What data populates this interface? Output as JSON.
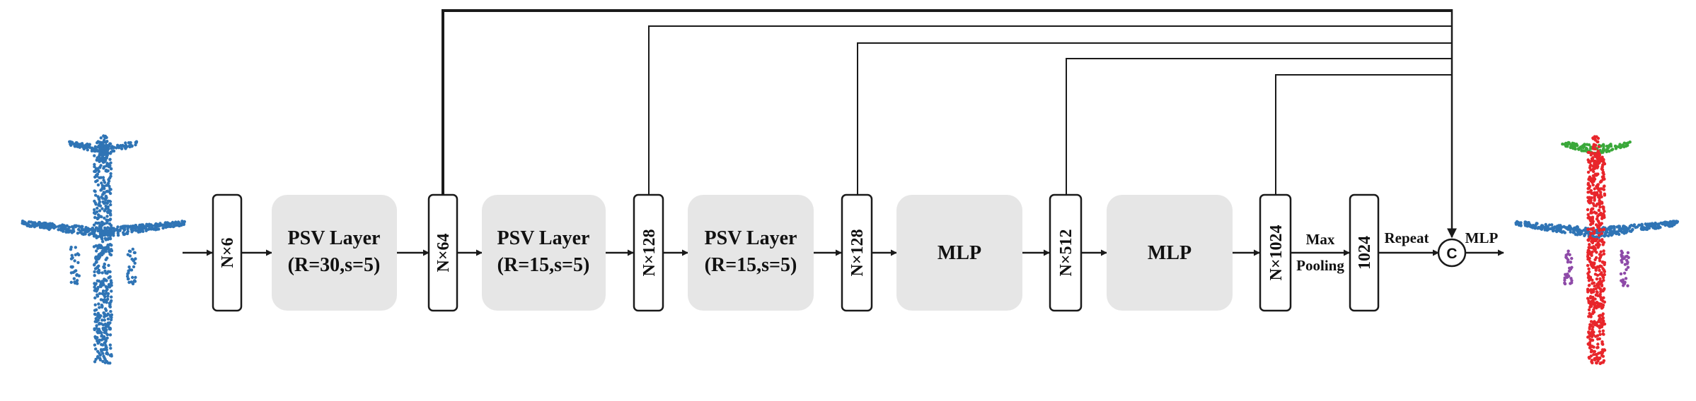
{
  "input_features": "N×6",
  "layers": [
    {
      "line1": "PSV Layer",
      "line2": "(R=30,s=5)"
    },
    {
      "line1": "PSV Layer",
      "line2": "(R=15,s=5)"
    },
    {
      "line1": "PSV Layer",
      "line2": "(R=15,s=5)"
    },
    {
      "line1": "MLP",
      "line2": ""
    },
    {
      "line1": "MLP",
      "line2": ""
    }
  ],
  "features": [
    "N×64",
    "N×128",
    "N×128",
    "N×512",
    "N×1024"
  ],
  "global_feature": "1024",
  "pool_label": {
    "line1": "Max",
    "line2": "Pooling"
  },
  "repeat_label": "Repeat",
  "concat_symbol": "C",
  "output_label": "MLP",
  "colors": {
    "input_points": "#2f74b5",
    "seg_body": "#e8262b",
    "seg_wings": "#2f74b5",
    "seg_tail": "#3aa83a",
    "seg_engines": "#8e4aa8",
    "layer_box": "#e6e6e6",
    "line": "#1a1a1a"
  }
}
